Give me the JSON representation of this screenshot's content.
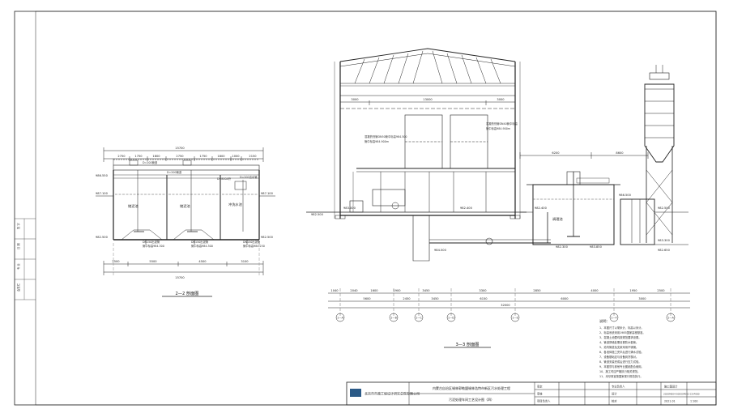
{
  "section_22": {
    "title": "2—2 剖面图",
    "top_total": "15700",
    "top_dims": [
      "2750",
      "1750",
      "1800",
      "2750",
      "1750",
      "1800",
      "1000",
      "2150"
    ],
    "bottom_dims": [
      "2500",
      "5500",
      "4500",
      "3100"
    ],
    "bottom_total": "15700",
    "elev_left": [
      "986.550",
      "987.100",
      "982.500"
    ],
    "elev_right": [
      "987.100",
      "982.500"
    ],
    "tank_labels": [
      "储泥池",
      "储泥池",
      "冲洗水池"
    ],
    "pipe_notes": [
      "D=200管道",
      "D=200管道",
      "D=800A外",
      "D=200出水管"
    ],
    "bottom_notes": [
      "DN150出泥管",
      "管中标高984.300",
      "DN150出泥管",
      "管中标高984.300",
      "DN150出泥管",
      "管中标高984.250"
    ]
  },
  "section_33": {
    "title": "3—3 剖面图",
    "top_dims": [
      "3000",
      "13000",
      "3000"
    ],
    "mid_dims": [
      "6200",
      "8600"
    ],
    "row1_dims": [
      "1040",
      "2040",
      "1600",
      "1900",
      "3450",
      "3300",
      "2850",
      "4000",
      "1950",
      "2500"
    ],
    "row2_dims": [
      "5600",
      "2450",
      "3450",
      "6150",
      "6000",
      "3000"
    ],
    "total": "32000",
    "axis_labels": [
      "1—A",
      "1—B",
      "1—C",
      "1—D",
      "1—E",
      "1—F",
      "1—A"
    ],
    "elev_labels": [
      "982.500",
      "982.400",
      "983.000",
      "982.400",
      "982.500",
      "982.300",
      "986.500",
      "983.850",
      "984.500",
      "983.300",
      "982.650"
    ],
    "tank_label": "调理池",
    "annotations": [
      "混凝药剂管DN50管中标高984.500",
      "管中标高984.900m",
      "混凝药剂管DN40管中标高",
      "管中标高984.900m"
    ]
  },
  "title_block": {
    "org": "北京市市政工程设计研究总院有限公司",
    "project": "内蒙古自治区锡林郭勒盟锡林浩特市新区污水处理工程",
    "drawing": "污泥处理车间工艺设计图（四）",
    "roles": [
      "审定",
      "审核",
      "项目负责人",
      "专业负责人",
      "设计",
      "校对"
    ],
    "stage": "施工图设计",
    "drawing_no": "2020M004-S0000P002-CS-P080",
    "date": "2021.01",
    "scale": "1:100"
  },
  "left_strip": [
    "签 字",
    "日 期",
    "专 业",
    "会签栏"
  ],
  "notes_heading": "说明：",
  "notes": [
    "1、本图尺寸以毫米计，标高以米计。",
    "2、标高系统采用1985国家高程基准。",
    "3、混凝土池壁均按规范要求设置。",
    "4、管道穿墙处需设置防水套管。",
    "5、池内管道及支架采用不锈钢。",
    "6、各池体施工完毕后进行满水试验。",
    "7、设备基础应与设备到货核对。",
    "8、管道安装完成后进行压力试验。",
    "9、本图须与其他专业图纸配合使用。",
    "10、施工时应严格执行相关规范。",
    "11、未尽事宜按国家现行规范执行。"
  ]
}
